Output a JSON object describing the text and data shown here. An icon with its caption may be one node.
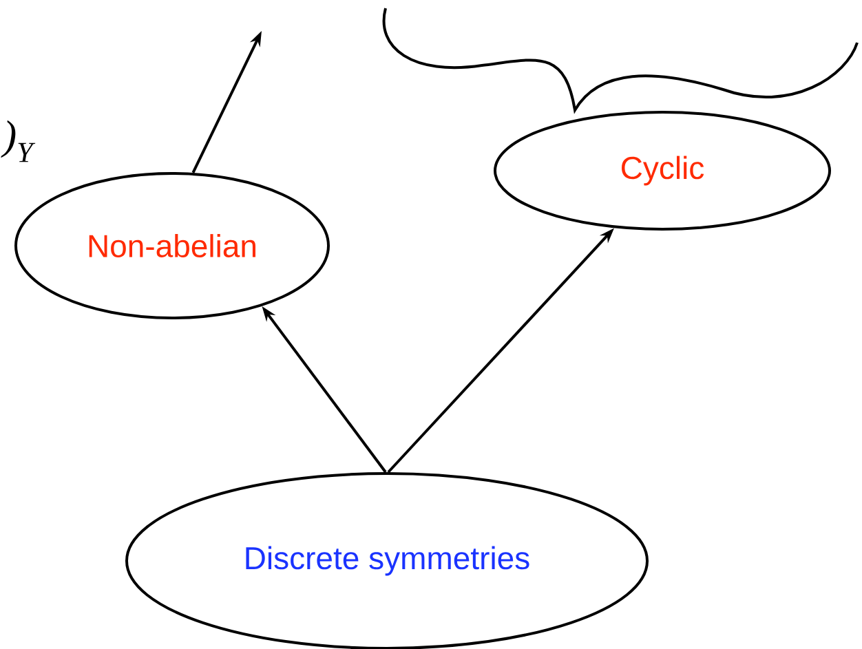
{
  "diagram": {
    "nodes": [
      {
        "text": [
          "Non-abelian"
        ]
      },
      {
        "text": [
          "Cyclic"
        ]
      },
      {
        "text": [
          "Discrete symmetries"
        ]
      }
    ],
    "edges": [
      {
        "from": 2,
        "to": 0,
        "arrow": "to"
      },
      {
        "from": 2,
        "to": 1,
        "arrow": "to"
      },
      {
        "from": 0,
        "to": null,
        "arrow": "to"
      }
    ],
    "labels": [
      ")$_{Y}$"
    ]
  }
}
